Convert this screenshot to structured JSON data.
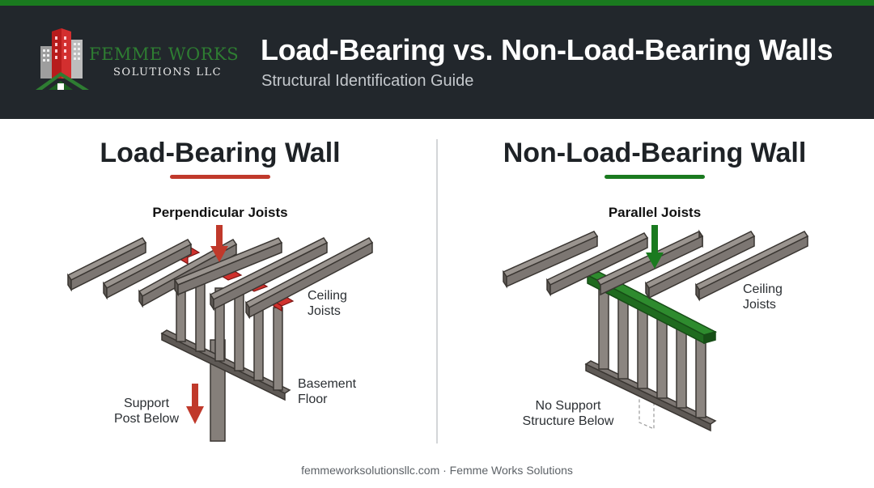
{
  "brand": {
    "name": "FEMME WORKS",
    "sub": "SOLUTIONS LLC",
    "accent_green": "#1a7a1f",
    "accent_red": "#c0392b",
    "header_bg": "#22272c"
  },
  "header": {
    "title": "Load-Bearing vs. Non-Load-Bearing Walls",
    "subtitle": "Structural Identification Guide"
  },
  "left_panel": {
    "title": "Load-Bearing Wall",
    "accent": "#c0392b",
    "callouts": {
      "joists": "Perpendicular Joists",
      "ceiling_1": "Ceiling",
      "ceiling_2": "Joists",
      "basement_1": "Basement",
      "basement_2": "Floor",
      "support_1": "Support",
      "support_2": "Post Below"
    }
  },
  "right_panel": {
    "title": "Non-Load-Bearing Wall",
    "accent": "#1a7a1f",
    "callouts": {
      "joists": "Parallel Joists",
      "ceiling_1": "Ceiling",
      "ceiling_2": "Joists",
      "nosupport_1": "No Support",
      "nosupport_2": "Structure Below"
    }
  },
  "footer": {
    "text": "femmeworksolutionsllc.com · Femme Works Solutions"
  }
}
